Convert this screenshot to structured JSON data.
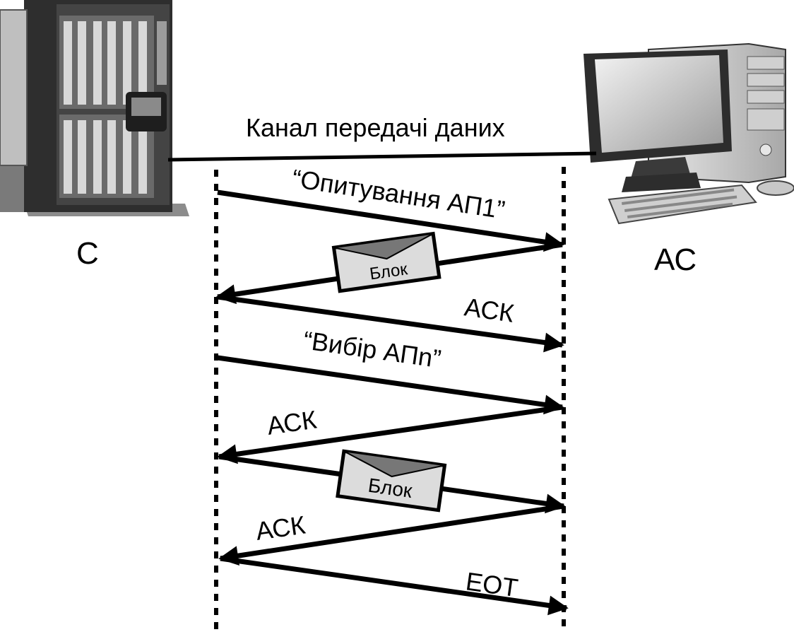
{
  "channel": {
    "label": "Канал передачі даних"
  },
  "nodes": {
    "server": {
      "label": "С",
      "icon": "server-rack-icon"
    },
    "station": {
      "label": "АС",
      "icon": "desktop-computer-icon"
    }
  },
  "messages": [
    {
      "label": "“Опитування АП1”",
      "direction": "to-station"
    },
    {
      "label": "Блок",
      "direction": "to-server",
      "envelope": true
    },
    {
      "label": "АСК",
      "direction": "to-station"
    },
    {
      "label": "“Вибір АПn”",
      "direction": "to-station"
    },
    {
      "label": "АСК",
      "direction": "to-server"
    },
    {
      "label": "Блок",
      "direction": "to-station",
      "envelope": true
    },
    {
      "label": "АСК",
      "direction": "to-server"
    },
    {
      "label": "ЕОТ",
      "direction": "to-station"
    }
  ],
  "colors": {
    "line": "#000000",
    "envelope": "#dcdcdc",
    "envelope_flap": "#777777",
    "device_dark": "#3a3a3a",
    "device_light": "#bdbdbd"
  }
}
